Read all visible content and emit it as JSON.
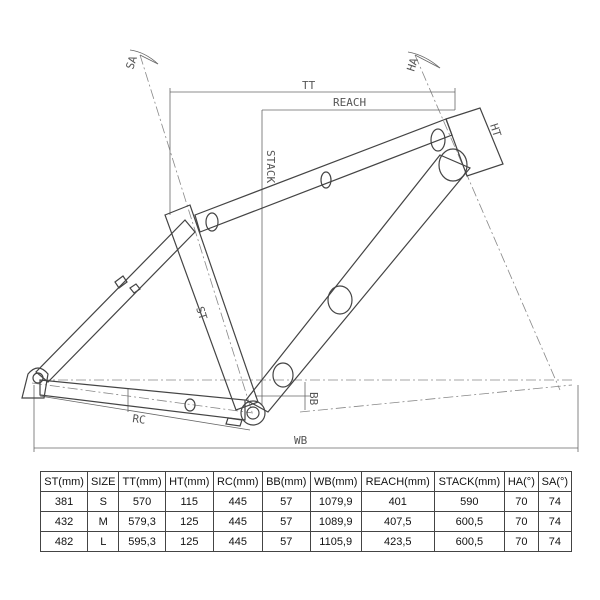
{
  "diagram": {
    "labels": {
      "sa": "SA",
      "ha": "HA",
      "tt": "TT",
      "reach": "REACH",
      "stack": "STACK",
      "ht": "HT",
      "st": "ST",
      "rc": "RC",
      "bb": "BB",
      "wb": "WB"
    }
  },
  "table": {
    "headers": [
      "ST(mm)",
      "SIZE",
      "TT(mm)",
      "HT(mm)",
      "RC(mm)",
      "BB(mm)",
      "WB(mm)",
      "REACH(mm)",
      "STACK(mm)",
      "HA(°)",
      "SA(°)"
    ],
    "rows": [
      [
        "381",
        "S",
        "570",
        "115",
        "445",
        "57",
        "1079,9",
        "401",
        "590",
        "70",
        "74"
      ],
      [
        "432",
        "M",
        "579,3",
        "125",
        "445",
        "57",
        "1089,9",
        "407,5",
        "600,5",
        "70",
        "74"
      ],
      [
        "482",
        "L",
        "595,3",
        "125",
        "445",
        "57",
        "1105,9",
        "423,5",
        "600,5",
        "70",
        "74"
      ]
    ]
  }
}
